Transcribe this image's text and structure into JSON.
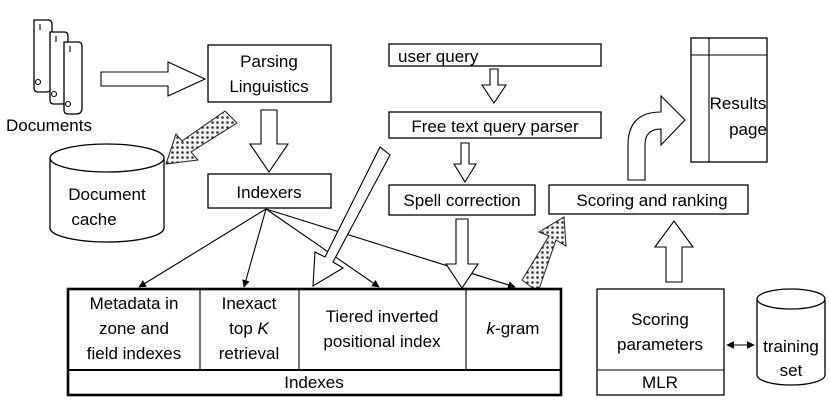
{
  "documents": {
    "label": "Documents"
  },
  "parsing": {
    "line1": "Parsing",
    "line2": "Linguistics"
  },
  "document_cache": {
    "line1": "Document",
    "line2": "cache"
  },
  "indexers": {
    "label": "Indexers"
  },
  "user_query": {
    "label": "user query"
  },
  "query_parser": {
    "label": "Free text query parser"
  },
  "spell_correction": {
    "label": "Spell correction"
  },
  "scoring_ranking": {
    "label": "Scoring and ranking"
  },
  "results_page": {
    "line1": "Results",
    "line2": "page"
  },
  "indexes": {
    "label": "Indexes",
    "metadata": {
      "line1": "Metadata in",
      "line2": "zone and",
      "line3": "field indexes"
    },
    "inexact": {
      "line1": "Inexact",
      "line2": "top",
      "line2_k": "K",
      "line3": "retrieval"
    },
    "tiered": {
      "line1": "Tiered inverted",
      "line2": "positional index"
    },
    "kgram": {
      "k": "k",
      "rest": "-gram"
    }
  },
  "scoring_params": {
    "line1": "Scoring",
    "line2": "parameters",
    "footer": "MLR"
  },
  "training_set": {
    "line1": "training",
    "line2": "set"
  }
}
